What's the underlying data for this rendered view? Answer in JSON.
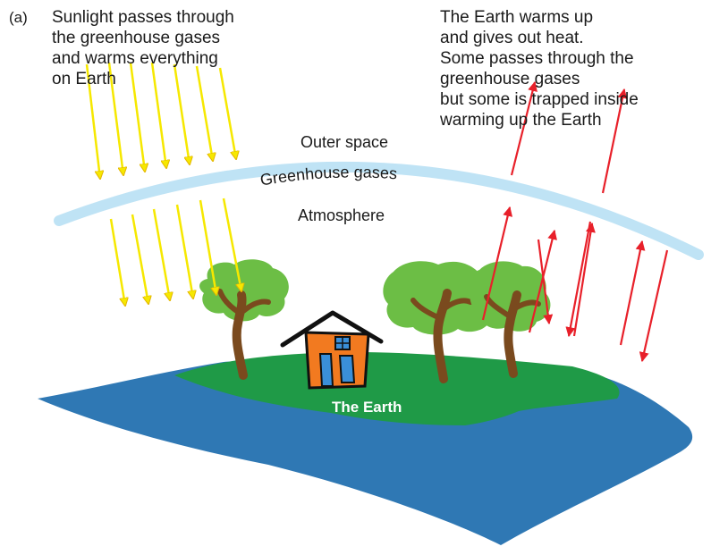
{
  "panel_label": "(a)",
  "left_caption": [
    "Sunlight passes through",
    "the greenhouse gases",
    "and warms everything",
    "on Earth"
  ],
  "right_caption": [
    "The Earth warms up",
    "and gives out heat.",
    "Some passes through the",
    "greenhouse gases",
    "but some is trapped inside",
    "warming up the Earth"
  ],
  "layers": {
    "outer_space": "Outer space",
    "greenhouse_gases": "Greenhouse gases",
    "atmosphere": "Atmosphere"
  },
  "earth_label": "The Earth",
  "colors": {
    "ocean": "#2F78B4",
    "land": "#1F9A47",
    "greenhouse_band": "#BFE3F5",
    "sunlight": "#F6E800",
    "sunlight_outline": "#E3B400",
    "heat": "#E8202A",
    "tree_foliage": "#6CBE45",
    "tree_trunk": "#7A4A1E",
    "house": "#F27A20",
    "house_outline": "#111111",
    "window": "#3A8FD9"
  },
  "icons": [
    "sun-ray-arrow",
    "heat-arrow",
    "tree-icon",
    "house-icon"
  ]
}
